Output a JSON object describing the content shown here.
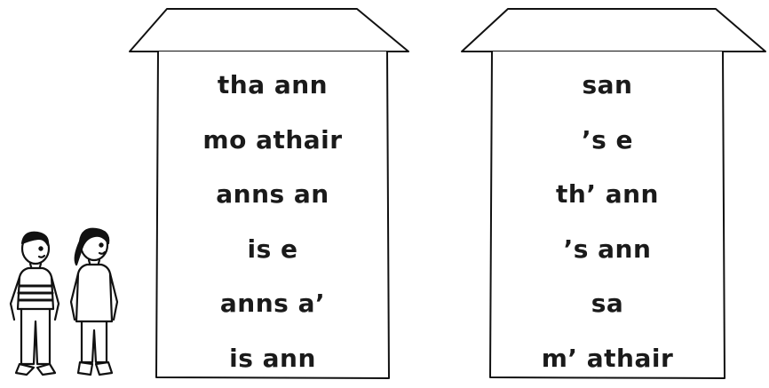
{
  "houses": [
    {
      "words": [
        "tha ann",
        "mo athair",
        "anns an",
        "is e",
        "anns a’",
        "is ann"
      ]
    },
    {
      "words": [
        "san",
        "’s e",
        "th’ ann",
        "’s ann",
        "sa",
        "m’ athair"
      ]
    }
  ],
  "illustration": {
    "figures": [
      "boy-figure",
      "girl-figure"
    ]
  }
}
